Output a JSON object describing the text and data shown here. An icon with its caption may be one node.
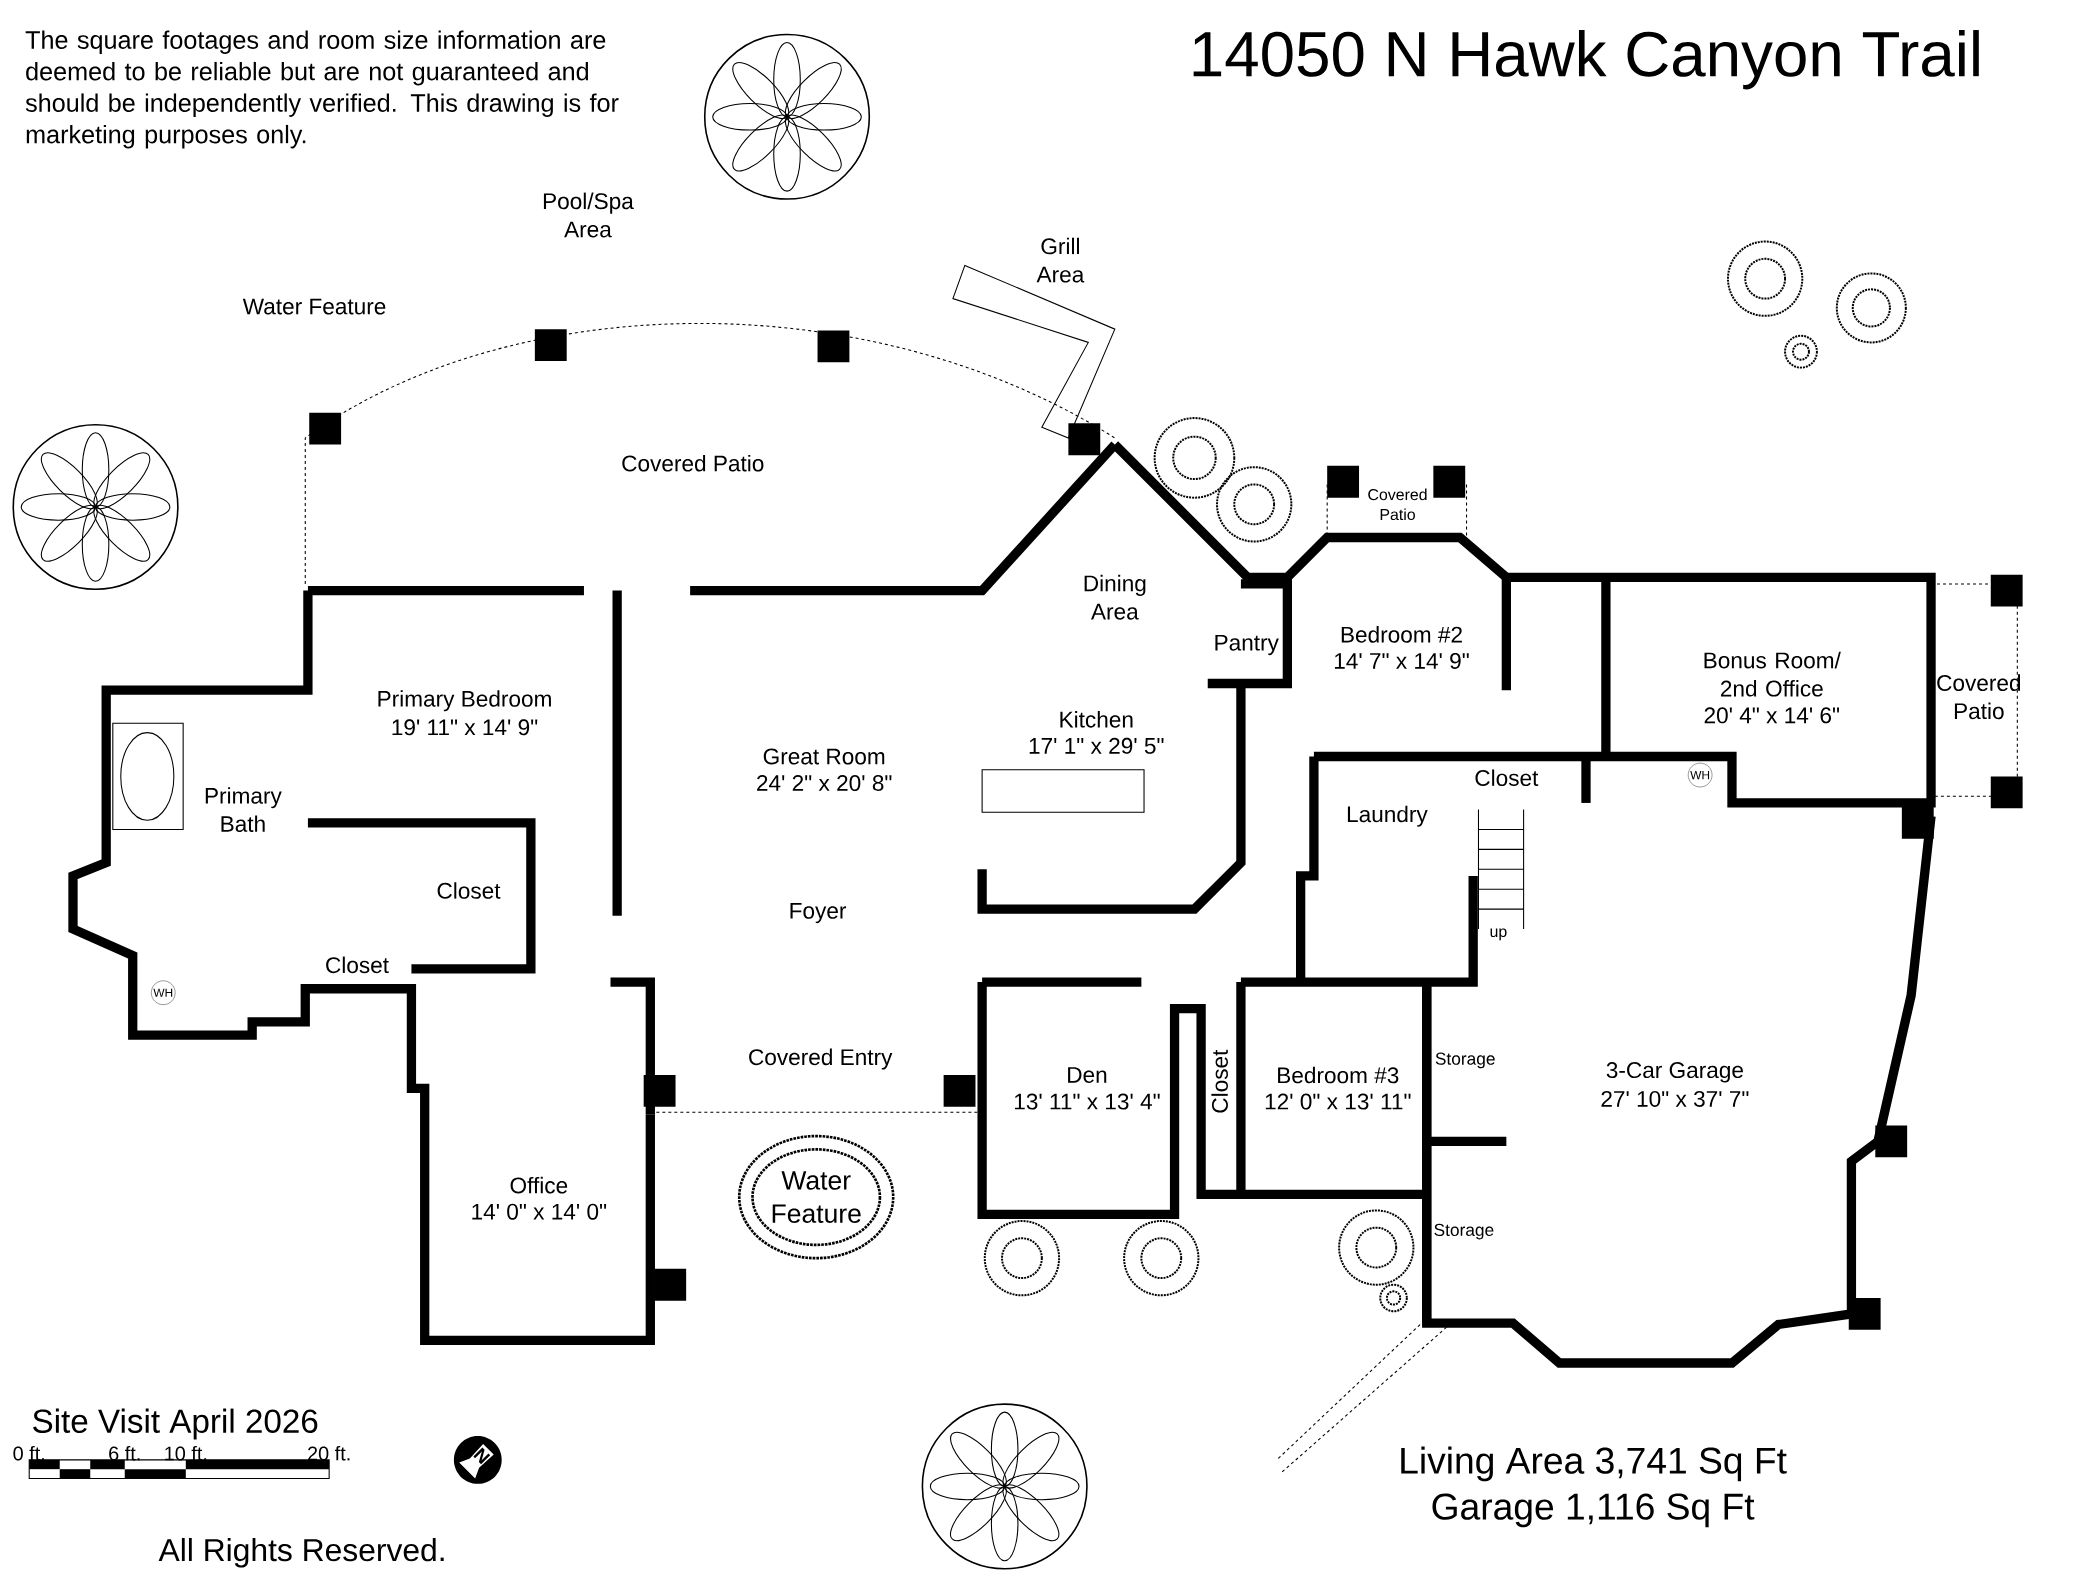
{
  "diagram": {
    "title": "14050 N Hawk Canyon Trail",
    "labels": [
      "The square footages and room size information are deemed to be reliable but are not guaranteed and should be independently verified. This drawing is for marketing purposes only.",
      "Pool/Spa Area",
      "Grill Area",
      "Water Feature",
      "Covered Patio",
      "Covered Patio",
      "Dining Area",
      "Pantry",
      "Bedroom #2",
      "14' 7\" x 14' 9\"",
      "Primary Bedroom",
      "19' 11\" x 14' 9\"",
      "Bonus Room/ 2nd Office",
      "20' 4\" x 14' 6\"",
      "Covered Patio",
      "Kitchen",
      "17' 1\" x 29' 5\"",
      "Great Room",
      "24' 2\" x 20' 8\"",
      "Primary Bath",
      "Closet",
      "Laundry",
      "WH",
      "Closet",
      "Closet",
      "up",
      "Foyer",
      "WH",
      "Covered Entry",
      "Den",
      "13' 11\" x 13' 4\"",
      "Closet",
      "Bedroom #3",
      "12' 0\" x 13' 11\"",
      "Storage",
      "3-Car Garage",
      "27' 10\" x 37' 7\"",
      "Office",
      "14' 0\" x 14' 0\"",
      "Water Feature",
      "Storage",
      "Site Visit April 2026",
      "0 ft.",
      "6 ft.",
      "10 ft.",
      "20 ft.",
      "N",
      "Living Area 3,741 Sq Ft",
      "Garage 1,116 Sq Ft",
      "All Rights Reserved."
    ]
  }
}
